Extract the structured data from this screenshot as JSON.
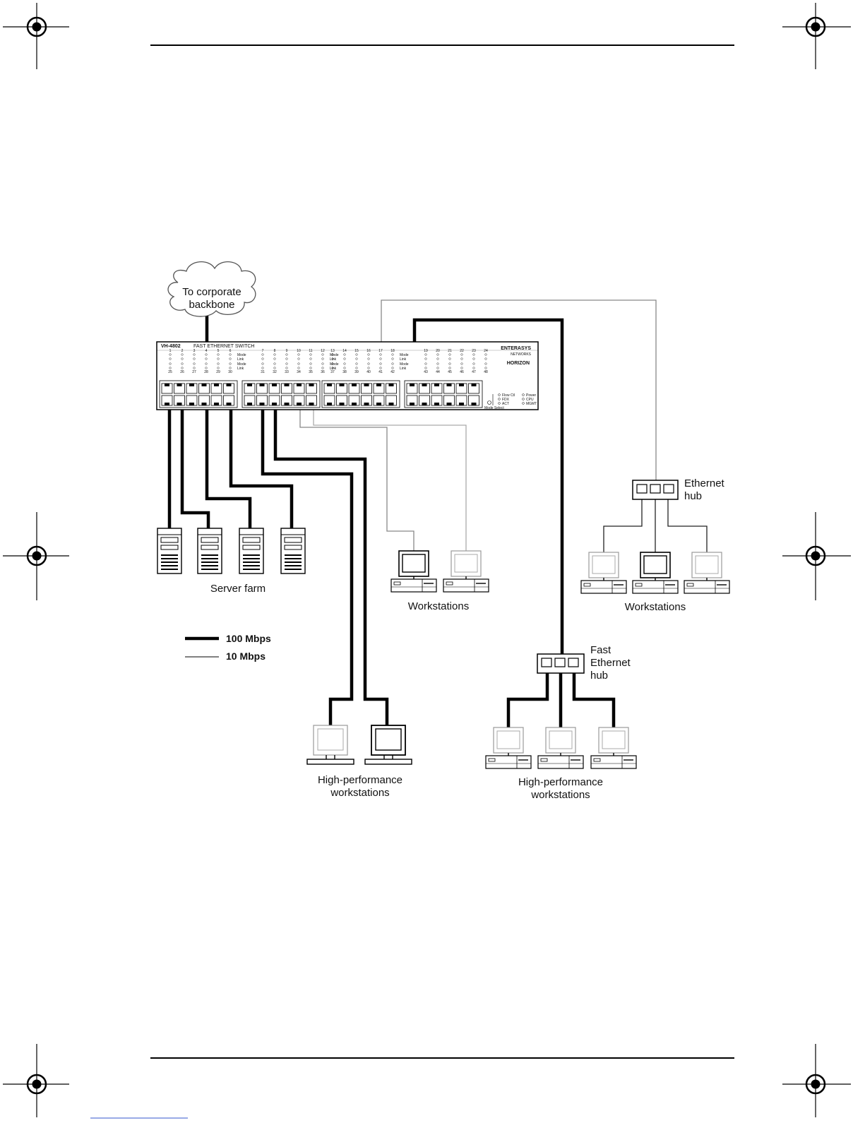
{
  "diagram": {
    "cloud_label": [
      "To corporate",
      "backbone"
    ],
    "switch": {
      "model": "VH-4802",
      "name": "FAST ETHERNET SWITCH",
      "brand": "ENTERASYS",
      "brand_sub": "NETWORKS",
      "logo_text": "HORIZON",
      "row_labels": [
        "Mode",
        "Link"
      ],
      "port_top_numbers": [
        "1",
        "2",
        "3",
        "4",
        "5",
        "6",
        "7",
        "8",
        "9",
        "10",
        "11",
        "12",
        "13",
        "14",
        "15",
        "16",
        "17",
        "18",
        "19",
        "20",
        "21",
        "22",
        "23",
        "24"
      ],
      "port_bottom_numbers": [
        "25",
        "26",
        "27",
        "28",
        "29",
        "30",
        "31",
        "32",
        "33",
        "34",
        "35",
        "36",
        "37",
        "38",
        "39",
        "40",
        "41",
        "42",
        "43",
        "44",
        "45",
        "46",
        "47",
        "48"
      ],
      "status_labels": [
        "Flow Ctl",
        "FDX",
        "ACT"
      ],
      "mode_select_label": "Mode Select",
      "system_labels": [
        "Power",
        "CPU",
        "MGMT"
      ]
    },
    "groups": {
      "server_farm": "Server farm",
      "workstations_left": "Workstations",
      "workstations_right": "Workstations",
      "hp_left": [
        "High-performance",
        "workstations"
      ],
      "hp_right": [
        "High-performance",
        "workstations"
      ]
    },
    "hubs": {
      "ethernet_hub": [
        "Ethernet",
        "hub"
      ],
      "fast_ethernet_hub": [
        "Fast",
        "Ethernet",
        "hub"
      ]
    },
    "legend": [
      {
        "label": "100 Mbps",
        "style": "thick"
      },
      {
        "label": "10 Mbps",
        "style": "thin"
      }
    ]
  }
}
